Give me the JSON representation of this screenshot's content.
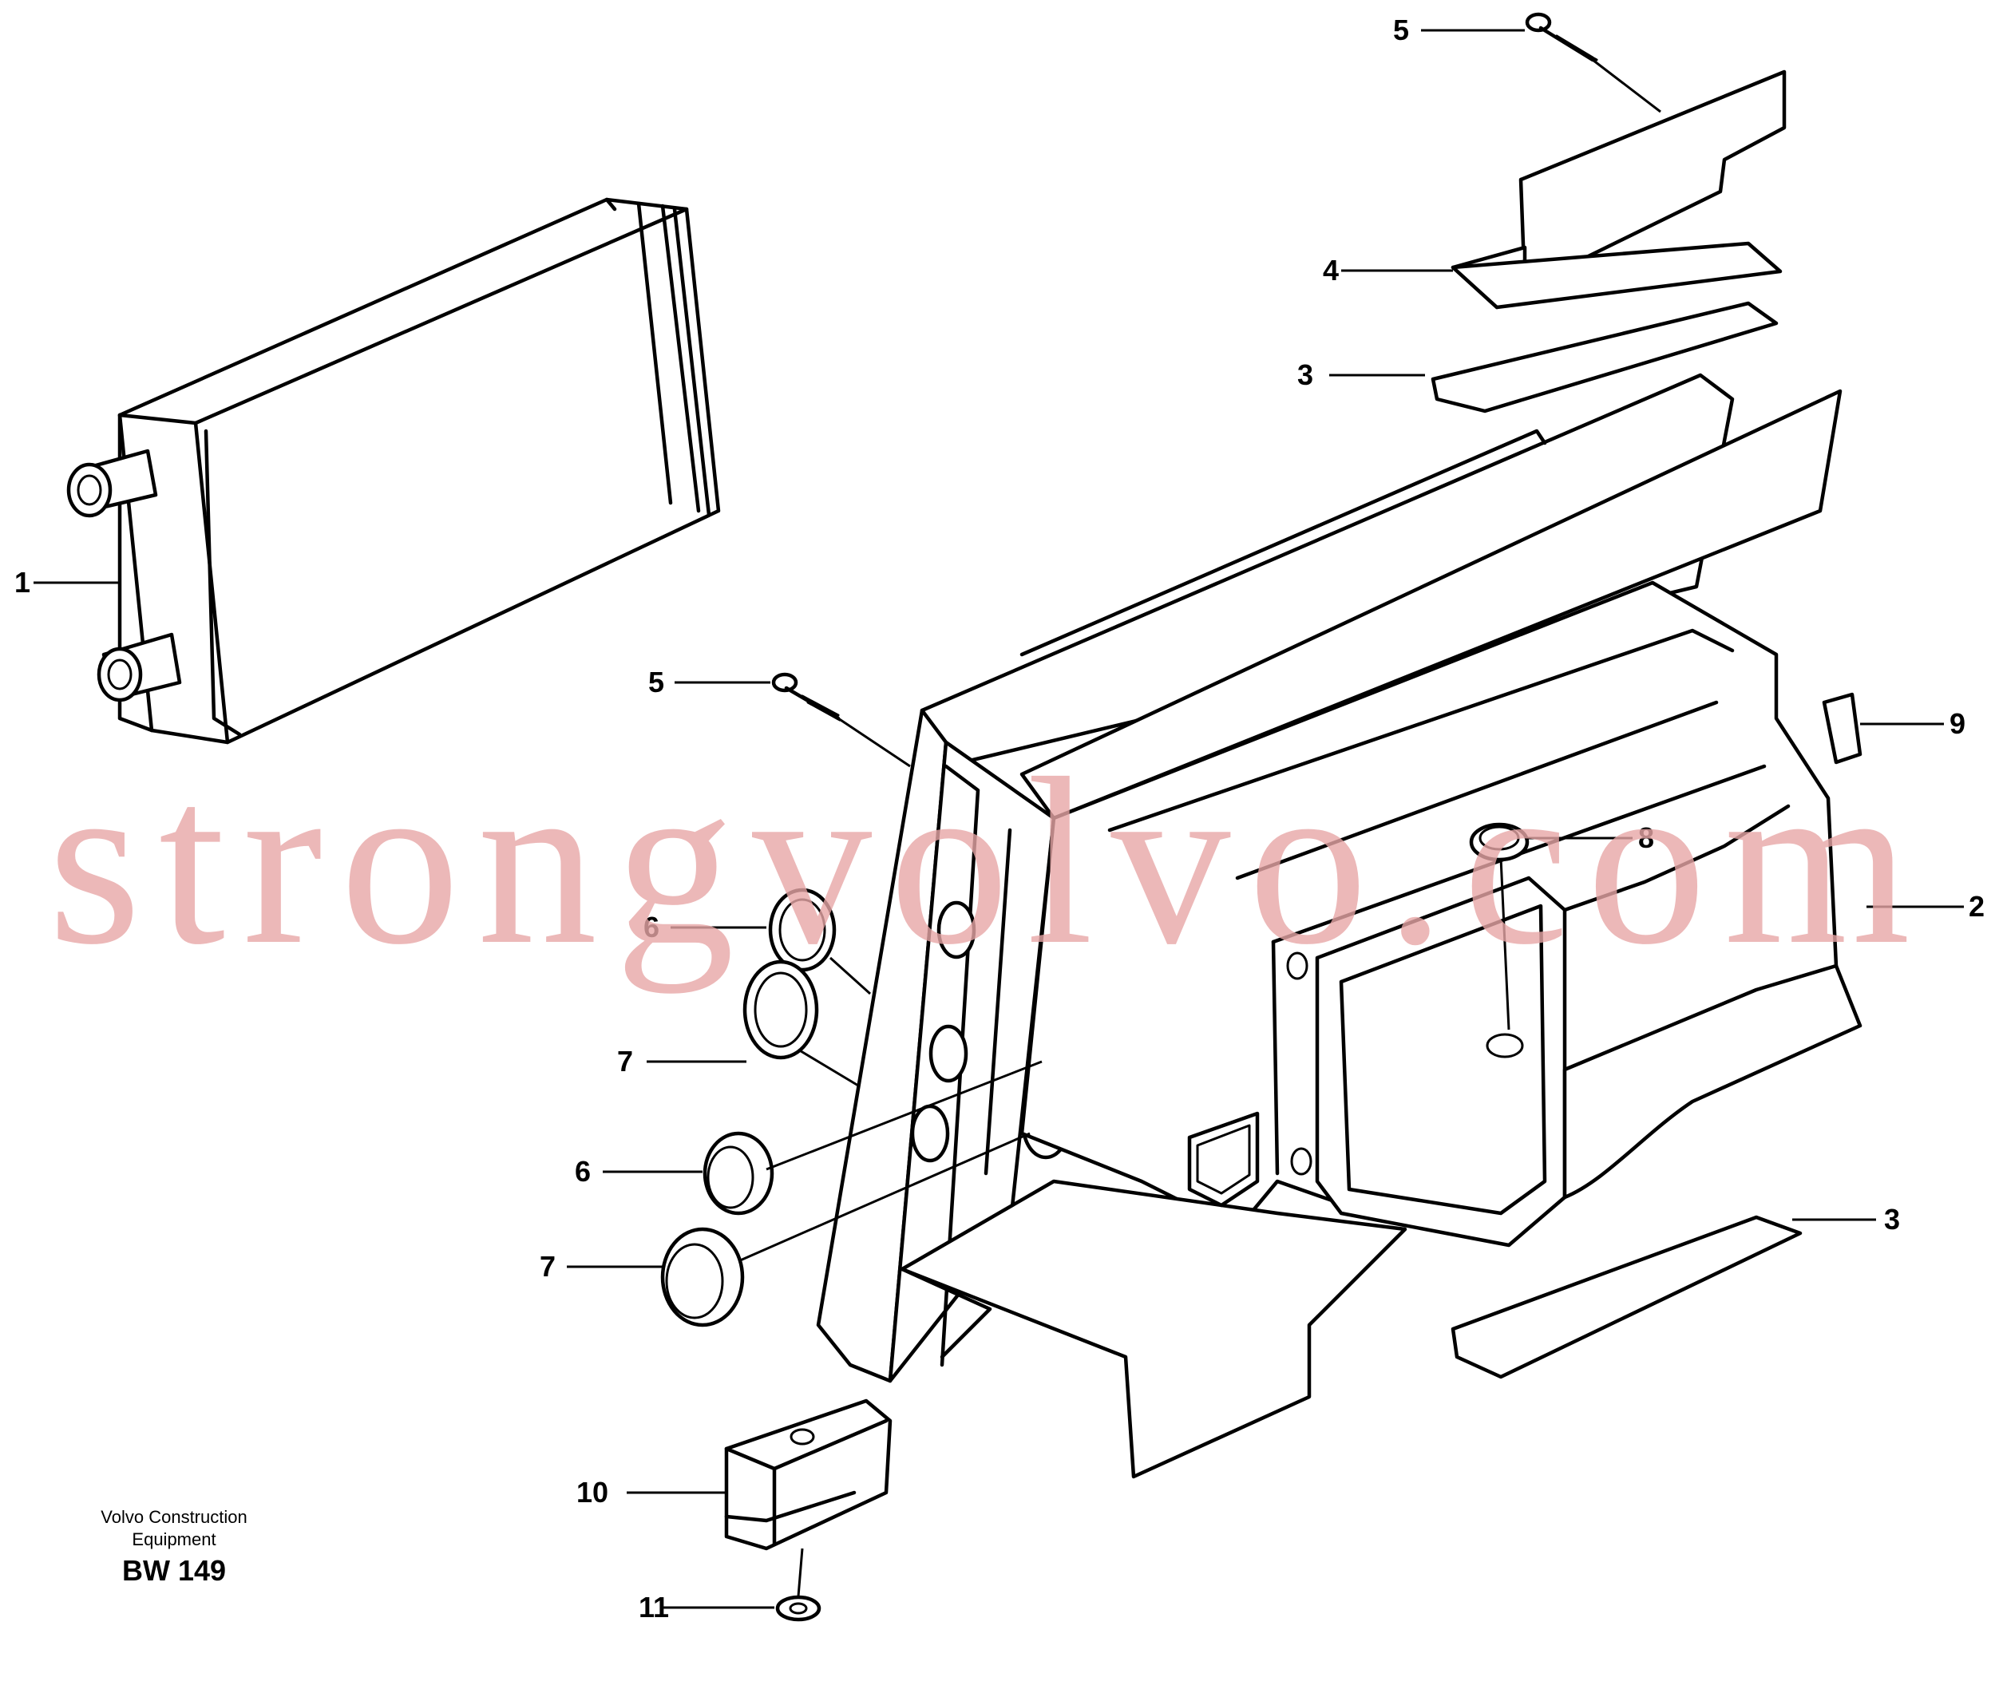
{
  "watermark": "strongvolvo.com",
  "footer": {
    "company_line1": "Volvo Construction",
    "company_line2": "Equipment",
    "drawing_code": "BW 149"
  },
  "callouts": {
    "c1": "1",
    "c2": "2",
    "c3_top": "3",
    "c3_bottom": "3",
    "c4": "4",
    "c5_top": "5",
    "c5_mid": "5",
    "c6_upper": "6",
    "c6_lower": "6",
    "c7_upper": "7",
    "c7_lower": "7",
    "c8": "8",
    "c9": "9",
    "c10": "10",
    "c11": "11"
  }
}
